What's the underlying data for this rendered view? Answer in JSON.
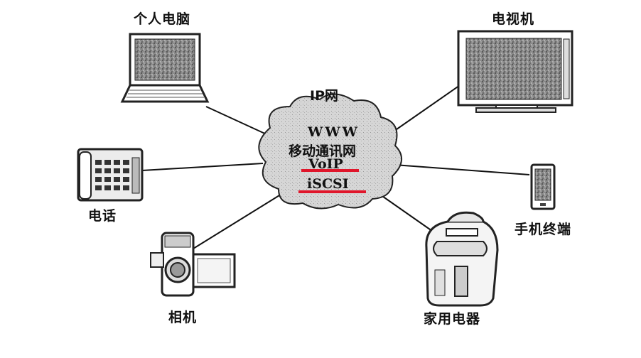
{
  "network": {
    "cloud_label": "IP网",
    "services": [
      "WWW",
      "移动通讯网",
      "VoIP",
      "iSCSI"
    ],
    "underline_color": "#e0162b"
  },
  "devices": {
    "pc": "个人电脑",
    "tv": "电视机",
    "phone": "电话",
    "mobile": "手机终端",
    "camera": "相机",
    "appliance": "家用电器"
  }
}
